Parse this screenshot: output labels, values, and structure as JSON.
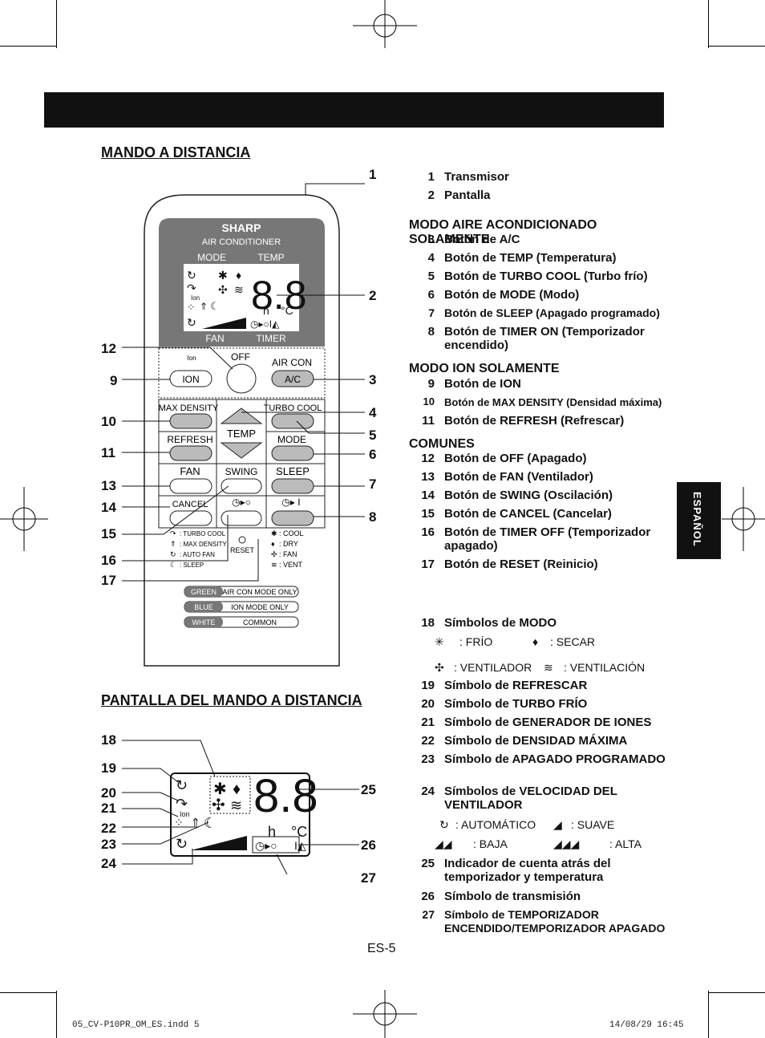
{
  "page": {
    "section1_title": "MANDO A DISTANCIA",
    "section2_title": "PANTALLA DEL MANDO A DISTANCIA",
    "side_tab": "ESPAÑOL",
    "page_number": "ES-5",
    "footer_file": "05_CV-P10PR_OM_ES.indd   5",
    "footer_date": "14/08/29   16:45"
  },
  "remote": {
    "brand": "SHARP",
    "subtitle": "AIR CONDITIONER",
    "mode_label": "MODE",
    "temp_label": "TEMP",
    "fan_label": "FAN",
    "timer_label": "TIMER",
    "display_digits": "8.8",
    "ion_small": "Ion",
    "off_label": "OFF",
    "aircon_label": "AIR CON",
    "ion_btn": "ION",
    "ac_btn": "A/C",
    "maxdensity_label": "MAX DENSITY",
    "turbocool_label": "TURBO COOL",
    "refresh_label": "REFRESH",
    "mode_btn_label": "MODE",
    "temp_btn_label": "TEMP",
    "fan_btn_label": "FAN",
    "swing_label": "SWING",
    "sleep_label": "SLEEP",
    "cancel_label": "CANCEL",
    "reset_label": "RESET",
    "legend_left": [
      ": TURBO COOL",
      ": MAX DENSITY",
      ": AUTO FAN",
      ": SLEEP"
    ],
    "legend_right": [
      ": COOL",
      ": DRY",
      ": FAN",
      ": VENT"
    ],
    "color_rows": [
      {
        "color": "GREEN",
        "text": "AIR CON MODE ONLY"
      },
      {
        "color": "BLUE",
        "text": "ION MODE ONLY"
      },
      {
        "color": "WHITE",
        "text": "COMMON"
      }
    ],
    "callouts_right": [
      "1",
      "2",
      "3",
      "4",
      "5",
      "6",
      "7",
      "8"
    ],
    "callouts_left": [
      "12",
      "9",
      "10",
      "11",
      "13",
      "14",
      "15",
      "16",
      "17"
    ]
  },
  "display_callouts": {
    "left": [
      "18",
      "19",
      "20",
      "21",
      "22",
      "23",
      "24"
    ],
    "right": [
      "25",
      "26",
      "27"
    ]
  },
  "list": {
    "basic": [
      {
        "n": "1",
        "t": "Transmisor"
      },
      {
        "n": "2",
        "t": "Pantalla"
      }
    ],
    "group_ac": "MODO AIRE ACONDICIONADO SOLAMENTE",
    "ac_items": [
      {
        "n": "3",
        "t": "Botón de A/C"
      },
      {
        "n": "4",
        "t": "Botón de TEMP (Temperatura)"
      },
      {
        "n": "5",
        "t": "Botón de TURBO COOL (Turbo frío)"
      },
      {
        "n": "6",
        "t": "Botón de MODE (Modo)"
      },
      {
        "n": "7",
        "t": "Botón de SLEEP (Apagado programado)"
      },
      {
        "n": "8",
        "t": "Botón de TIMER ON (Temporizador encendido)"
      }
    ],
    "group_ion": "MODO ION SOLAMENTE",
    "ion_items": [
      {
        "n": "9",
        "t": "Botón de ION"
      },
      {
        "n": "10",
        "t": "Botón de MAX DENSITY (Densidad máxima)"
      },
      {
        "n": "11",
        "t": "Botón de REFRESH (Refrescar)"
      }
    ],
    "group_common": "COMUNES",
    "common_items": [
      {
        "n": "12",
        "t": "Botón de OFF (Apagado)"
      },
      {
        "n": "13",
        "t": "Botón de FAN (Ventilador)"
      },
      {
        "n": "14",
        "t": "Botón de SWING (Oscilación)"
      },
      {
        "n": "15",
        "t": "Botón de CANCEL (Cancelar)"
      },
      {
        "n": "16",
        "t": "Botón de TIMER OFF (Temporizador apagado)"
      },
      {
        "n": "17",
        "t": "Botón de RESET (Reinicio)"
      }
    ],
    "symbols": [
      {
        "n": "18",
        "t": "Símbolos de MODO"
      },
      {
        "n": "19",
        "t": "Símbolo de REFRESCAR"
      },
      {
        "n": "20",
        "t": "Símbolo de TURBO FRÍO"
      },
      {
        "n": "21",
        "t": "Símbolo de GENERADOR DE IONES"
      },
      {
        "n": "22",
        "t": "Símbolo de DENSIDAD MÁXIMA"
      },
      {
        "n": "23",
        "t": "Símbolo de APAGADO PROGRAMADO"
      },
      {
        "n": "24",
        "t": "Símbolos de VELOCIDAD DEL VENTILADOR"
      },
      {
        "n": "25",
        "t": "Indicador de cuenta atrás del temporizador y temperatura"
      },
      {
        "n": "26",
        "t": "Símbolo de transmisión"
      },
      {
        "n": "27",
        "t": "Símbolo de TEMPORIZADOR ENCENDIDO/TEMPORIZADOR APAGADO"
      }
    ],
    "mode_symbols": [
      ": FRÍO",
      ": SECAR",
      ": VENTILADOR",
      ": VENTILACIÓN"
    ],
    "fan_symbols": [
      ": AUTOMÁTICO",
      ": SUAVE",
      ": BAJA",
      ": ALTA"
    ]
  }
}
